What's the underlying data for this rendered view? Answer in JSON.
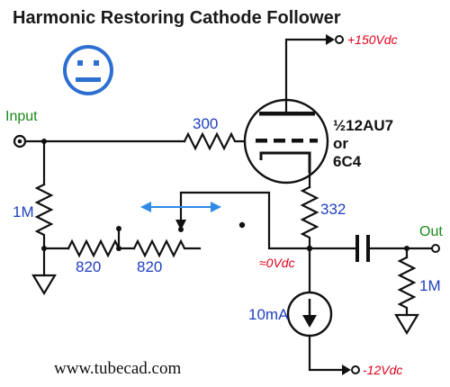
{
  "title": "Harmonic Restoring Cathode Follower",
  "labels": {
    "input": "Input",
    "output": "Out",
    "supply_pos": "+150Vdc",
    "supply_neg": "-12Vdc",
    "cathode_voltage": "≈0Vdc",
    "r_grid": "300",
    "r_input": "1M",
    "r_divider_1": "820",
    "r_divider_2": "820",
    "r_cathode": "332",
    "r_output": "1M",
    "current_source": "10mA",
    "tube_line1": "½12AU7",
    "tube_line2": "or",
    "tube_line3": "6C4",
    "website": "www.tubecad.com"
  },
  "colors": {
    "component_values": "#1f3fbf",
    "supply_labels": "#e0001b",
    "io_labels": "#1a8a1a",
    "emoji_face": "#2d6fd1",
    "arrow": "#2e8ae6"
  },
  "icons": {
    "mood": "neutral-face-icon",
    "adjust_arrow": "double-arrow-icon"
  }
}
